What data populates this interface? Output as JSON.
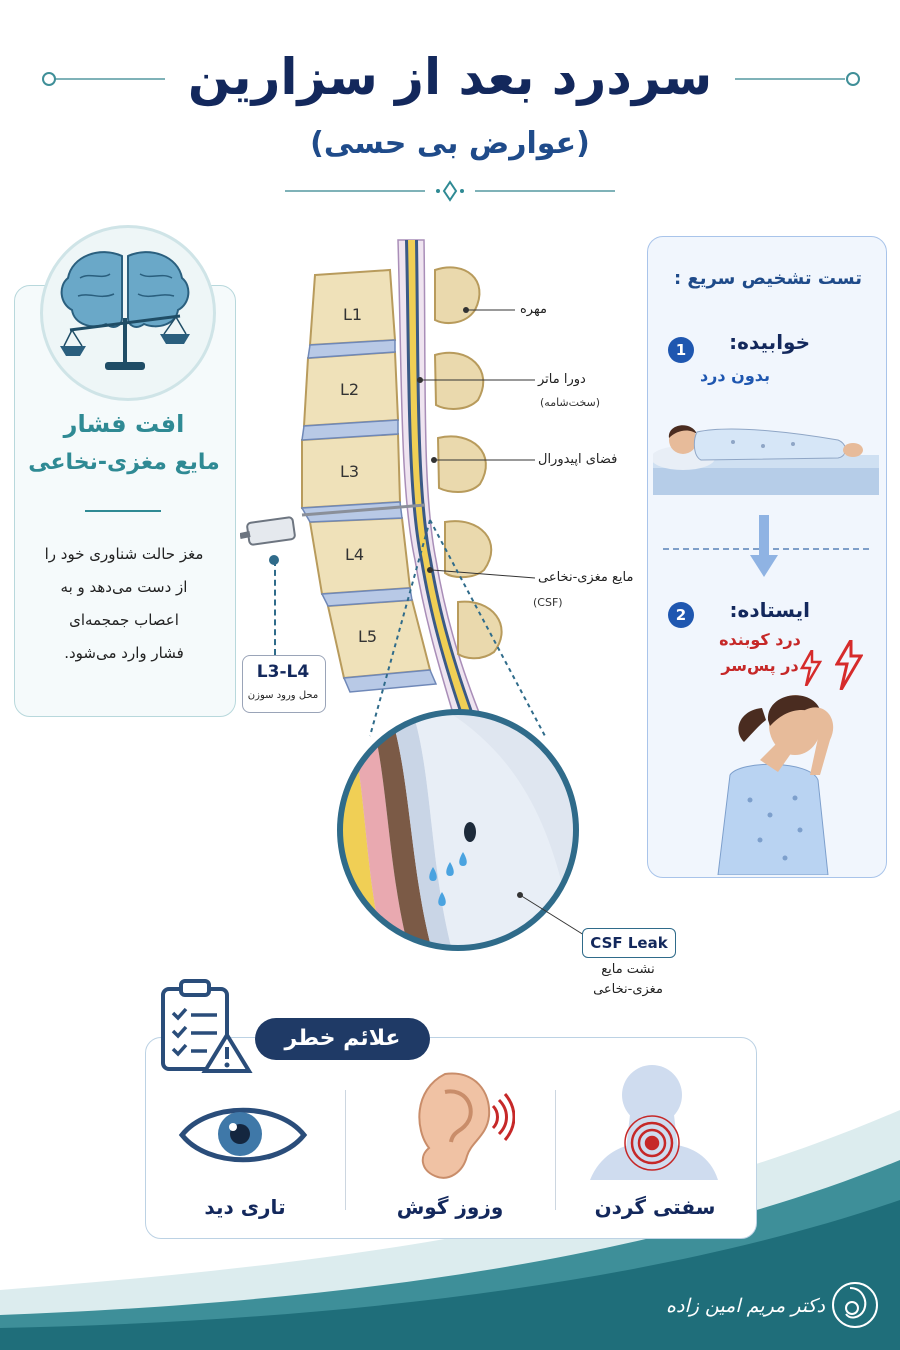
{
  "header": {
    "title": "سردرد بعد از سزارین",
    "subtitle": "(عوارض بی حسی)"
  },
  "left_panel": {
    "heading_line1": "افت فشار",
    "heading_line2": "مایع مغزی-نخاعی",
    "body_lines": [
      "مغز حالت شناوری خود را",
      "از دست می‌دهد و به",
      "اعصاب جمجمه‌ای",
      "فشار وارد می‌شود."
    ]
  },
  "spine": {
    "vertebrae": [
      "L1",
      "L2",
      "L3",
      "L4",
      "L5"
    ],
    "labels": {
      "vertebra": "مهره",
      "dura": "دورا ماتر",
      "dura_sub": "(سخت‌شامه)",
      "epidural": "فضای اپیدورال",
      "csf": "مایع مغزی-نخاعی",
      "csf_sub": "(CSF)"
    },
    "needle_level": "L3-L4",
    "needle_caption": "محل ورود سوزن",
    "leak_label": "CSF Leak",
    "leak_caption_1": "نشت مایع",
    "leak_caption_2": "مغزی-نخاعی"
  },
  "test_panel": {
    "title": "تست تشخیص سریع :",
    "step1": {
      "num": "1",
      "label": "خوابیده:",
      "desc": "بدون درد"
    },
    "step2": {
      "num": "2",
      "label": "ایستاده:",
      "desc_1": "درد کوبنده",
      "desc_2": "در پس‌سر"
    }
  },
  "danger_signs": {
    "title": "علائم خطر",
    "items": [
      "سفتی گردن",
      "وزوز گوش",
      "تاری دید"
    ]
  },
  "footer": {
    "signature": "دکتر مریم امین زاده"
  },
  "colors": {
    "navy": "#13285c",
    "teal": "#2f8a94",
    "csf_yellow": "#f0cf55",
    "danger_red": "#c62828",
    "step_blue": "#1f57b0"
  }
}
